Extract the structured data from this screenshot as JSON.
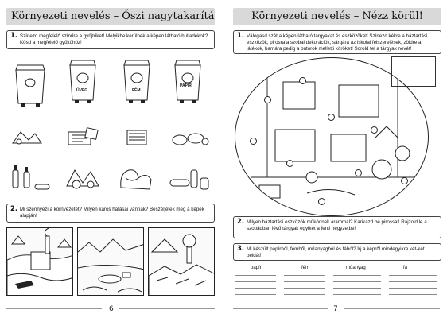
{
  "left_page": {
    "title": "Környezeti nevelés – Őszi nagytakarítás",
    "task1": {
      "number": "1.",
      "text": "Színezd megfelelő színűre a gyűjtőket! Melyikbe kerülnek a képen látható hulladékok? Kösd a megfelelő gyűjtőhöz!"
    },
    "bins": [
      {
        "label": ""
      },
      {
        "label": "ÜVEG"
      },
      {
        "label": "FÉM"
      },
      {
        "label": "PAPÍR"
      }
    ],
    "task2": {
      "number": "2.",
      "text": "Mi szennyezi a környezetet? Milyen káros hatásai vannak? Beszéljétek meg a képek alapján!"
    },
    "page_number": "6"
  },
  "right_page": {
    "title": "Környezeti nevelés – Nézz körül!",
    "task1": {
      "number": "1.",
      "text": "Válogasd szét a képen látható tárgyakat és eszközöket! Színezd kékre a háztartási eszközök, pirosra a szobai dekorációk, sárgára az iskolai felszerelések, zöldre a játékok, barnára pedig a bútorok melletti köröket! Sorold fel a tárgyak nevét!"
    },
    "task2": {
      "number": "2.",
      "text": "Milyen háztartási eszközök működnek árammal? Karikázd be pirossal! Rajzold le a szobádban lévő tárgyak egyikét a fenti négyzetbe!"
    },
    "task3": {
      "number": "3.",
      "text": "Mi készült papírból, fémből, műanyagból és fából? Írj a képről mindegyikre két-két példát!"
    },
    "columns": [
      "papír",
      "fém",
      "műanyag",
      "fa"
    ],
    "page_number": "7"
  }
}
